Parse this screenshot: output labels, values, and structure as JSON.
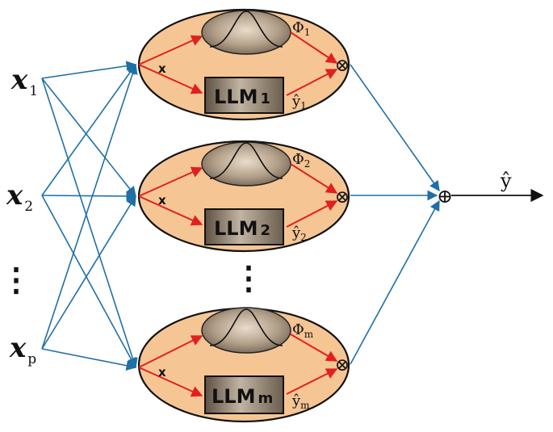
{
  "inputs": {
    "x1": {
      "base": "x",
      "sub": "1"
    },
    "x2": {
      "base": "x",
      "sub": "2"
    },
    "xp": {
      "base": "x",
      "sub": "p"
    },
    "dots": "⋮"
  },
  "units": [
    {
      "x_label": "x",
      "llm": "LLM",
      "llm_sub": "1",
      "phi": "Φ",
      "phi_sub": "1",
      "yhat": "ŷ",
      "yhat_sub": "1"
    },
    {
      "x_label": "x",
      "llm": "LLM",
      "llm_sub": "2",
      "phi": "Φ",
      "phi_sub": "2",
      "yhat": "ŷ",
      "yhat_sub": "2"
    },
    {
      "x_label": "x",
      "llm": "LLM",
      "llm_sub": "m",
      "phi": "Φ",
      "phi_sub": "m",
      "yhat": "ŷ",
      "yhat_sub": "m"
    }
  ],
  "between_units_dots": "⋮",
  "output": {
    "label": "ŷ"
  },
  "symbols": {
    "multiply": "⊗",
    "sum": "⊕"
  },
  "colors": {
    "connection": "#1f6fa8",
    "internal_arrow": "#e0201f",
    "unit_fill": "#f6c594",
    "llm_box": "#8a7b6a",
    "gauss_fill": "#a39180"
  }
}
